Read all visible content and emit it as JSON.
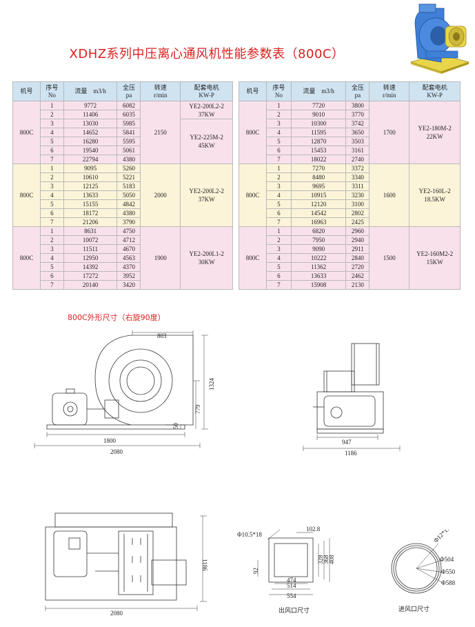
{
  "title": "XDHZ系列中压离心通风机性能参数表（800C）",
  "headers": {
    "model": "机号",
    "seq_cn": "序号",
    "seq_en": "No",
    "flow": "流量　m3/h",
    "pressure_cn": "全压",
    "pressure_en": "pa",
    "speed_cn": "转速",
    "speed_en": "r/min",
    "motor_cn": "配套电机",
    "motor_en": "KW-P"
  },
  "left_groups": [
    {
      "model": "800C",
      "speed": "2150",
      "rows": [
        [
          "1",
          "9772",
          "6082"
        ],
        [
          "2",
          "11406",
          "6035"
        ],
        [
          "3",
          "13030",
          "5985"
        ],
        [
          "4",
          "14652",
          "5841"
        ],
        [
          "5",
          "16280",
          "5595"
        ],
        [
          "6",
          "19540",
          "5061"
        ],
        [
          "7",
          "22794",
          "4380"
        ]
      ],
      "motor_a_1": "YE2-200L2-2",
      "motor_a_2": "37KW",
      "motor_b_1": "YE2-225M-2",
      "motor_b_2": "45KW"
    },
    {
      "model": "800C",
      "speed": "2000",
      "rows": [
        [
          "1",
          "9095",
          "5260"
        ],
        [
          "2",
          "10610",
          "5221"
        ],
        [
          "3",
          "12125",
          "5183"
        ],
        [
          "4",
          "13633",
          "5050"
        ],
        [
          "5",
          "15155",
          "4842"
        ],
        [
          "6",
          "18172",
          "4380"
        ],
        [
          "7",
          "21206",
          "3790"
        ]
      ],
      "motor_1": "YE2-200L2-2",
      "motor_2": "37KW"
    },
    {
      "model": "800C",
      "speed": "1900",
      "rows": [
        [
          "1",
          "8631",
          "4750"
        ],
        [
          "2",
          "10072",
          "4712"
        ],
        [
          "3",
          "11511",
          "4670"
        ],
        [
          "4",
          "12950",
          "4563"
        ],
        [
          "5",
          "14392",
          "4370"
        ],
        [
          "6",
          "17272",
          "3952"
        ],
        [
          "7",
          "20140",
          "3420"
        ]
      ],
      "motor_1": "YE2-200L1-2",
      "motor_2": "30KW"
    }
  ],
  "right_groups": [
    {
      "model": "800C",
      "speed": "1700",
      "rows": [
        [
          "1",
          "7720",
          "3800"
        ],
        [
          "2",
          "9010",
          "3770"
        ],
        [
          "3",
          "10300",
          "3742"
        ],
        [
          "4",
          "11595",
          "3650"
        ],
        [
          "5",
          "12870",
          "3503"
        ],
        [
          "6",
          "15453",
          "3161"
        ],
        [
          "7",
          "18022",
          "2740"
        ]
      ],
      "motor_1": "YE2-180M-2",
      "motor_2": "22KW"
    },
    {
      "model": "800C",
      "speed": "1600",
      "rows": [
        [
          "1",
          "7270",
          "3372"
        ],
        [
          "2",
          "8480",
          "3340"
        ],
        [
          "3",
          "9695",
          "3311"
        ],
        [
          "4",
          "10915",
          "3230"
        ],
        [
          "5",
          "12120",
          "3100"
        ],
        [
          "6",
          "14542",
          "2802"
        ],
        [
          "7",
          "16963",
          "2425"
        ]
      ],
      "motor_1": "YE2-160L-2",
      "motor_2": "18.5KW"
    },
    {
      "model": "800C",
      "speed": "1500",
      "rows": [
        [
          "1",
          "6820",
          "2960"
        ],
        [
          "2",
          "7950",
          "2940"
        ],
        [
          "3",
          "9090",
          "2911"
        ],
        [
          "4",
          "10222",
          "2840"
        ],
        [
          "5",
          "11362",
          "2720"
        ],
        [
          "6",
          "13633",
          "2462"
        ],
        [
          "7",
          "15908",
          "2130"
        ]
      ],
      "motor_1": "YE2-160M2-2",
      "motor_2": "15KW"
    }
  ],
  "drawing_caption": "800C外形尺寸（右旋90度）",
  "dims": {
    "side_top": "803",
    "side_h1": "1324",
    "side_h2": "779",
    "side_h3": "50",
    "side_w1": "1800",
    "side_w2": "2080",
    "front_w1": "947",
    "front_w2": "1186",
    "top_w": "2080",
    "top_h": "1186",
    "outlet_hole": "Φ10.5*18",
    "outlet_pitch": "102.8",
    "outlet_h1": "328",
    "outlet_h2": "368",
    "outlet_h3": "408",
    "outlet_side": "92",
    "outlet_w1": "474",
    "outlet_w2": "514",
    "outlet_w3": "554",
    "inlet_hole": "Φ12*16",
    "inlet_d1": "Φ504",
    "inlet_d2": "Φ550",
    "inlet_d3": "Φ588"
  },
  "outlet_label": "出风口尺寸",
  "inlet_label": "进风口尺寸",
  "colors": {
    "title": "#d8201e",
    "header_bg": "#cfe3f1",
    "pink": "#f9e1ec",
    "yellow": "#fbf4d8",
    "fan_blue": "#3f7fd6",
    "fan_yellow": "#e8d54a"
  }
}
